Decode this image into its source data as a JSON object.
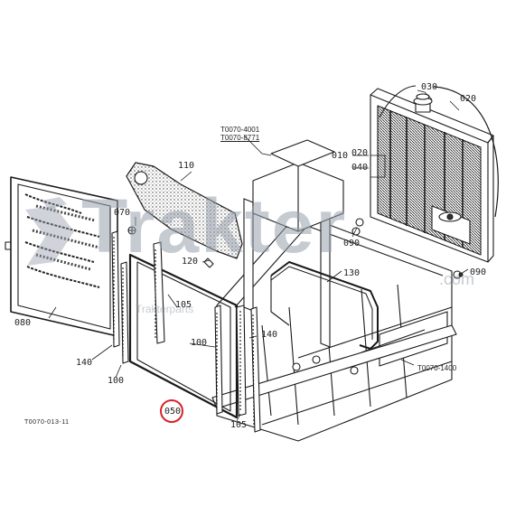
{
  "diagram": {
    "part_numbers": {
      "p010": "010",
      "p020a": "020",
      "p020b": "020",
      "p030": "030",
      "p040": "040",
      "p050": "050",
      "p070": "070",
      "p080": "080",
      "p090a": "090",
      "p090b": "090",
      "p100a": "100",
      "p100b": "100",
      "p105a": "105",
      "p105b": "105",
      "p110": "110",
      "p120": "120",
      "p130": "130",
      "p140a": "140",
      "p140b": "140"
    },
    "reference_codes": {
      "ref_4001": "T0070-4001",
      "ref_8771": "T0070-8771",
      "ref_1400": "T0070-1400"
    },
    "figure_code": "T0070-013-11",
    "highlighted_part": "050",
    "watermark": {
      "brand": "Trakter",
      "domain": ".com",
      "small": "Trakterparts"
    },
    "colors": {
      "line": "#1a1a1a",
      "highlight": "#d8232a",
      "watermark": "#96a0ac"
    }
  }
}
